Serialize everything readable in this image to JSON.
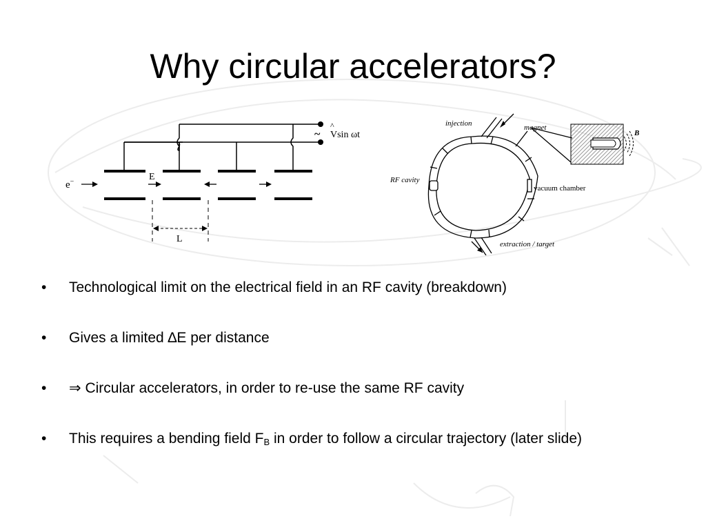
{
  "slide": {
    "title": "Why circular accelerators?"
  },
  "linac_diagram": {
    "electron_label": "e",
    "electron_sup": "−",
    "field_label": "E",
    "length_label": "L",
    "voltage_hat": "^",
    "voltage_symbol": "~",
    "voltage_label": "Vsin ωt"
  },
  "ring_diagram": {
    "injection": "injection",
    "magnet": "magnet",
    "b_label": "B",
    "rf_cavity": "RF cavity",
    "vacuum_chamber": "vacuum chamber",
    "extraction": "extraction / target"
  },
  "bullets": [
    {
      "marker": "•",
      "text": "Technological limit on the electrical field in an RF cavity (breakdown)"
    },
    {
      "marker": "•",
      "text_before": "Gives a limited ",
      "symbol": "∆",
      "text_after": "E per distance"
    },
    {
      "marker": "•",
      "symbol": "⇒",
      "text": " Circular accelerators, in order to re-use the same RF cavity"
    },
    {
      "marker": "•",
      "text_before": "This requires a bending field F",
      "subscript": "B",
      "text_after": " in order to follow a circular trajectory (later slide)"
    }
  ]
}
